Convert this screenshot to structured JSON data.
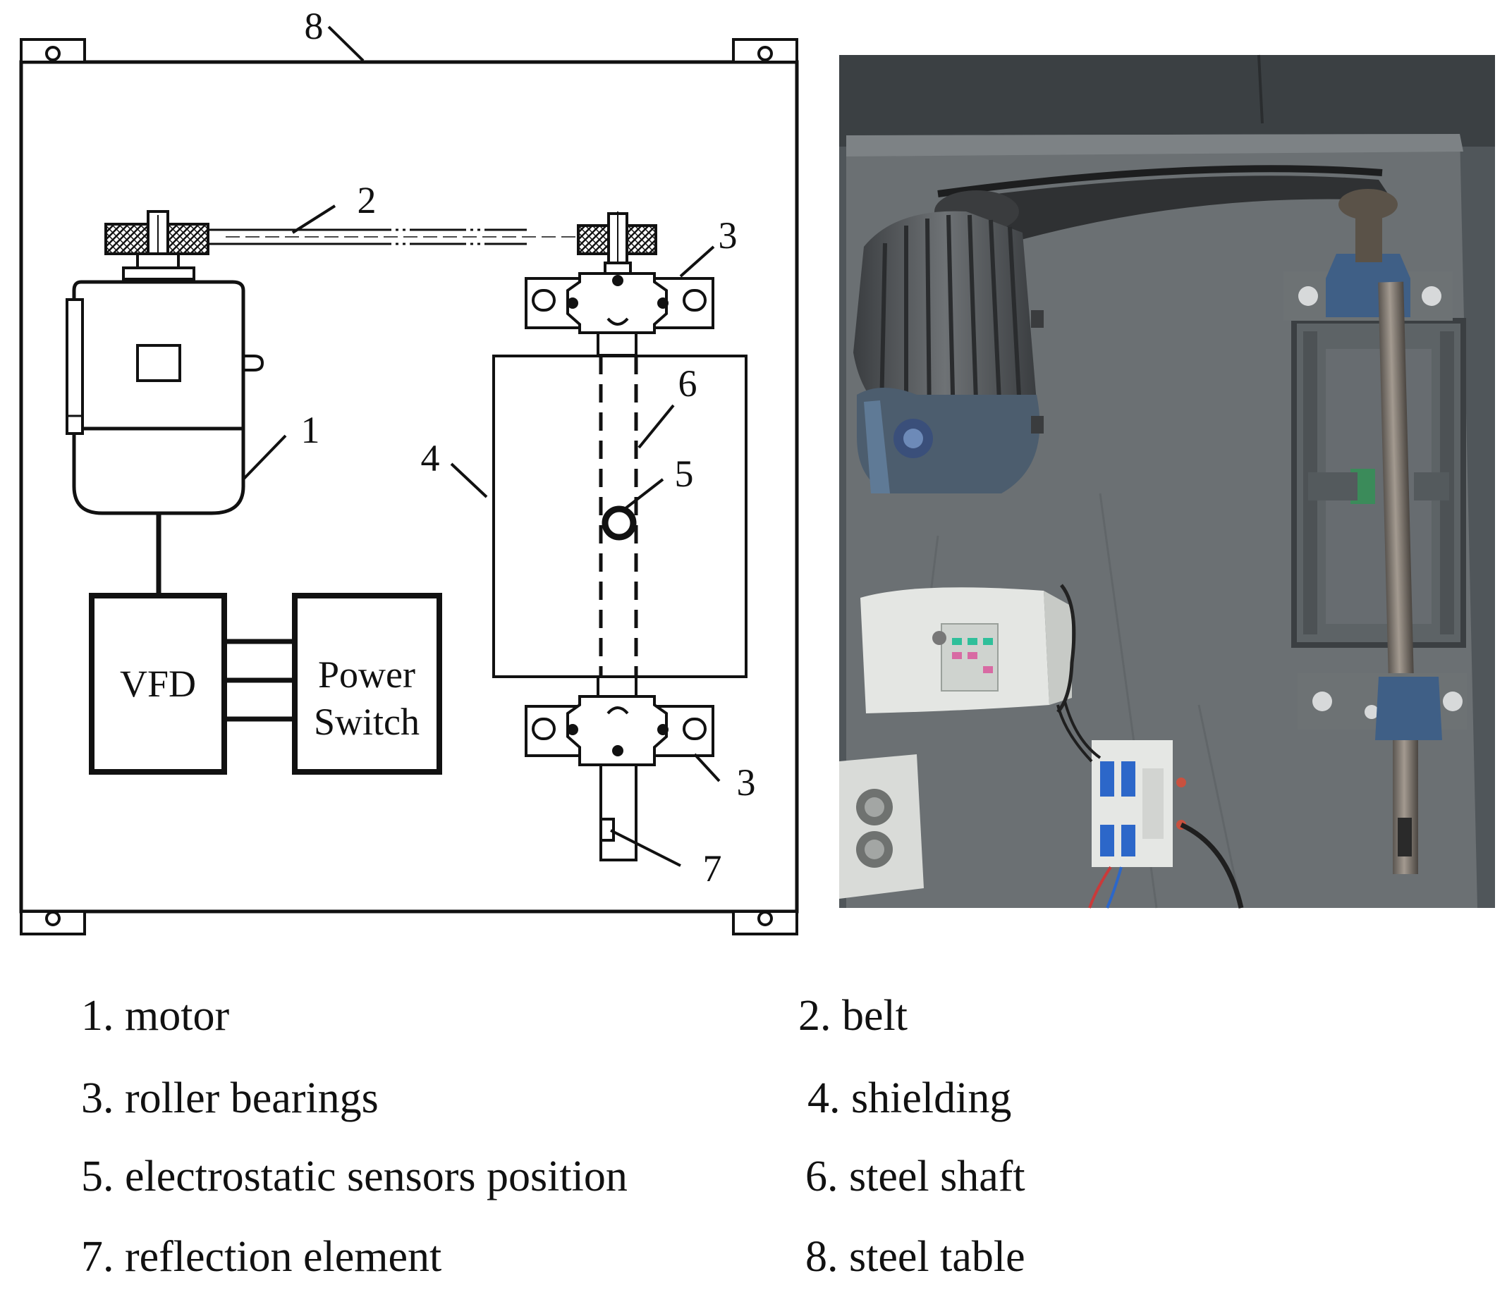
{
  "diagram": {
    "box_labels": {
      "vfd": "VFD",
      "power_line1": "Power",
      "power_line2": "Switch"
    },
    "callouts": [
      "1",
      "2",
      "3",
      "3",
      "4",
      "5",
      "6",
      "7",
      "8"
    ]
  },
  "legend": [
    "1. motor",
    "2. belt",
    "3. roller bearings",
    "4. shielding",
    "5. electrostatic sensors position",
    "6. steel shaft",
    "7. reflection element",
    "8. steel table"
  ],
  "colors": {
    "line": "#111111",
    "photo_background": "#5e6366",
    "motor_blue": "#3f5f86",
    "belt": "#2b2b2b"
  }
}
